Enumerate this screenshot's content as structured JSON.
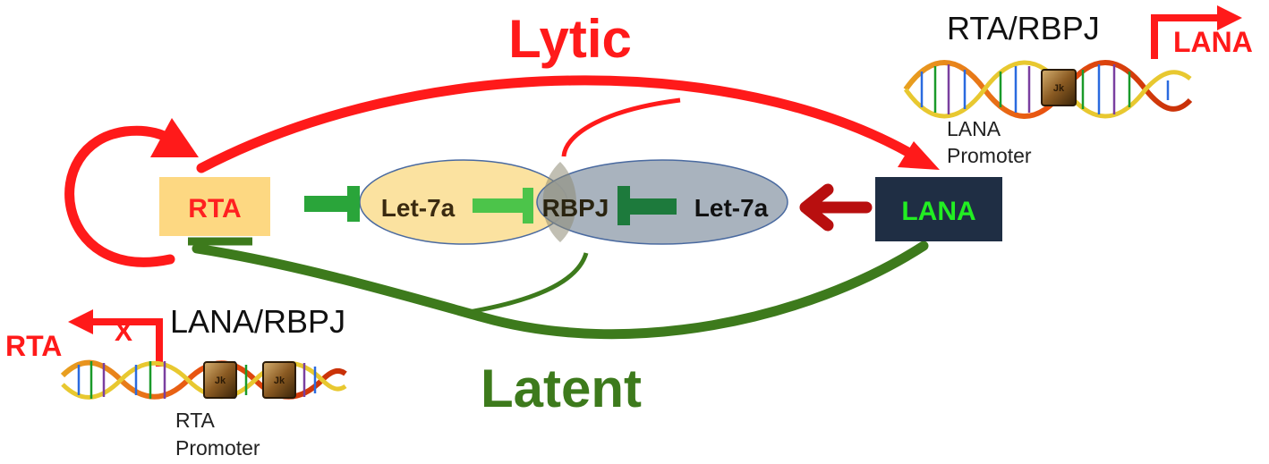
{
  "title_lytic": "Lytic",
  "title_latent": "Latent",
  "nodes": {
    "rta": "RTA",
    "lana": "LANA",
    "let7a_left": "Let-7a",
    "rbpj": "RBPJ",
    "let7a_right": "Let-7a"
  },
  "top_right_panel": {
    "complex_label": "RTA/RBPJ",
    "transcript_label": "LANA",
    "promoter_line1": "LANA",
    "promoter_line2": "Promoter",
    "box_label": "Jk"
  },
  "bottom_left_panel": {
    "complex_label": "LANA/RBPJ",
    "transcript_label": "RTA",
    "block_mark": "X",
    "promoter_line1": "RTA",
    "promoter_line2": "Promoter",
    "box_label_1": "Jk",
    "box_label_2": "Jk"
  },
  "colors": {
    "lytic_red": "#ff1a1a",
    "latent_green": "#3d7a1c",
    "inhibit_green": "#2aa53a",
    "inhibit_dark_green": "#1d7a3c",
    "rta_box": "#fdd882",
    "rta_text": "#ff2020",
    "lana_box": "#1f2e44",
    "lana_text": "#22ee22",
    "let7a_ellipse": "#fbe2a0",
    "rbpj_ellipse": "#a2acb8",
    "lana_arrow": "#b80f0f"
  }
}
